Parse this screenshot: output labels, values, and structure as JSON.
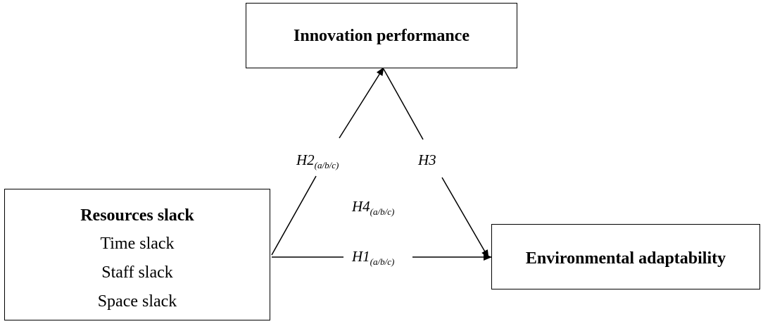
{
  "boxes": {
    "innovation": {
      "title": "Innovation performance"
    },
    "resources": {
      "title": "Resources slack",
      "items": [
        "Time slack",
        "Staff slack",
        "Space slack"
      ]
    },
    "environmental": {
      "title": "Environmental adaptability"
    }
  },
  "labels": {
    "h2": {
      "main": "H2",
      "sub": "(a/b/c)"
    },
    "h3": {
      "main": "H3"
    },
    "h4": {
      "main": "H4",
      "sub": "(a/b/c)"
    },
    "h1": {
      "main": "H1",
      "sub": "(a/b/c)"
    }
  },
  "colors": {
    "line": "#000000",
    "background": "#ffffff"
  }
}
